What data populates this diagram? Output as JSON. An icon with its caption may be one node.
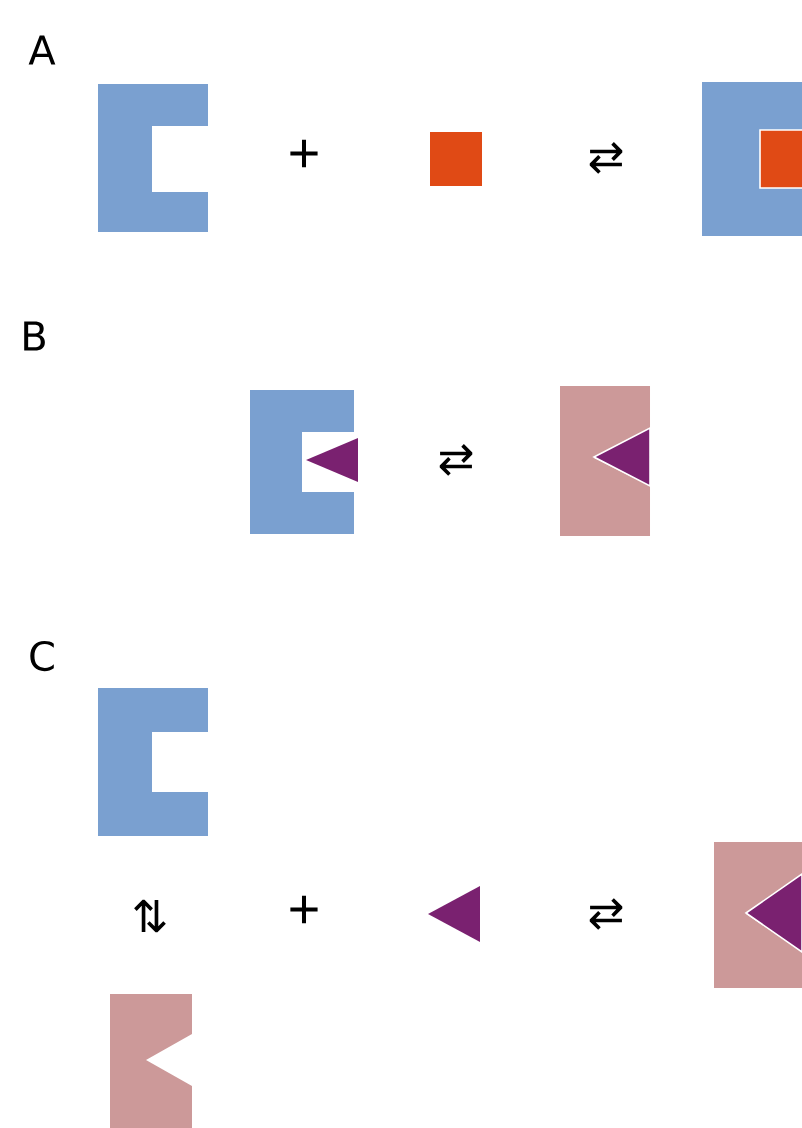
{
  "diagram": {
    "nodes": [
      {
        "text": [],
        "shape": "box"
      },
      {
        "text": [],
        "shape": "box"
      },
      {
        "text": [],
        "shape": "box"
      },
      {
        "text": [],
        "shape": "box",
        "in": 2
      },
      {
        "text": [],
        "shape": "box"
      },
      {
        "text": [],
        "shape": "triangle",
        "in": 4
      },
      {
        "text": [],
        "shape": "box"
      },
      {
        "text": [],
        "shape": "triangle",
        "in": 6
      },
      {
        "text": [],
        "shape": "box"
      },
      {
        "text": [],
        "shape": "box"
      },
      {
        "text": [],
        "shape": "triangle"
      },
      {
        "text": [],
        "shape": "box"
      },
      {
        "text": [],
        "shape": "triangle",
        "in": 11
      }
    ],
    "labels": [
      "A",
      "+",
      "⇄",
      "B",
      "⇄",
      "C",
      "⇅",
      "+",
      "⇄"
    ]
  }
}
